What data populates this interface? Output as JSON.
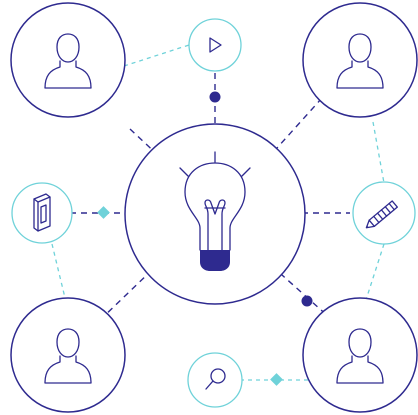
{
  "diagram": {
    "type": "idea-network",
    "center": {
      "icon": "lightbulb-icon"
    },
    "people": [
      {
        "position": "top-left",
        "icon": "user-icon"
      },
      {
        "position": "top-right",
        "icon": "user-icon"
      },
      {
        "position": "bottom-left",
        "icon": "user-icon"
      },
      {
        "position": "bottom-right",
        "icon": "user-icon"
      }
    ],
    "tools": [
      {
        "position": "top",
        "icon": "play-icon"
      },
      {
        "position": "left",
        "icon": "cube-icon"
      },
      {
        "position": "right",
        "icon": "pencil-icon"
      },
      {
        "position": "bottom",
        "icon": "magnifier-icon"
      }
    ],
    "colors": {
      "primary": "#2e2a8f",
      "accent": "#6fd2d9",
      "background": "#ffffff"
    }
  }
}
